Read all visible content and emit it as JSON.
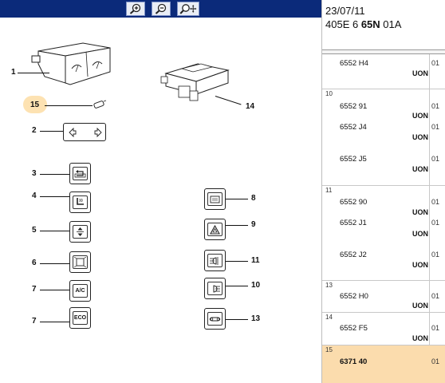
{
  "toolbar": {
    "zoom_in_icon": "zoom-in-icon",
    "zoom_out_icon": "zoom-out-icon",
    "zoom_move_icon": "zoom-move-icon"
  },
  "diagram": {
    "callouts": {
      "c1": "1",
      "c2": "2",
      "c3": "3",
      "c4": "4",
      "c5": "5",
      "c6": "6",
      "c7a": "7",
      "c7b": "7",
      "c8": "8",
      "c9": "9",
      "c10": "10",
      "c11": "11",
      "c13": "13",
      "c14": "14",
      "c15": "15"
    },
    "switch_labels": {
      "ac": "A/C",
      "eco": "ECO"
    }
  },
  "parts": {
    "date": "23/07/11",
    "model_prefix": "405E 6 ",
    "model_bold": "65N",
    "model_suffix": " 01A",
    "groups": [
      {
        "num": "",
        "rows": [
          {
            "ref_a": "6552 H4",
            "ref_b": "",
            "unit": "UON",
            "qty": "01"
          }
        ]
      },
      {
        "num": "10",
        "rows": [
          {
            "ref_a": "6552 91",
            "unit": "UON",
            "qty": "01"
          },
          {
            "ref_a": "6552 J4",
            "unit": "UON",
            "qty": "01"
          },
          {
            "ref_a": "6552 J5",
            "unit": "UON",
            "qty": "01"
          }
        ]
      },
      {
        "num": "11",
        "rows": [
          {
            "ref_a": "6552 90",
            "unit": "UON",
            "qty": "01"
          },
          {
            "ref_a": "6552 J1",
            "unit": "UON",
            "qty": "01"
          },
          {
            "ref_a": "6552 J2",
            "unit": "UON",
            "qty": "01"
          }
        ]
      },
      {
        "num": "13",
        "rows": [
          {
            "ref_a": "6552 H0",
            "unit": "UON",
            "qty": "01"
          }
        ]
      },
      {
        "num": "14",
        "rows": [
          {
            "ref_a": "6552 F5",
            "unit": "UON",
            "qty": "01"
          }
        ]
      },
      {
        "num": "15",
        "rows": [
          {
            "ref_a": "6371 40",
            "unit": "",
            "qty": "01"
          }
        ]
      }
    ]
  }
}
